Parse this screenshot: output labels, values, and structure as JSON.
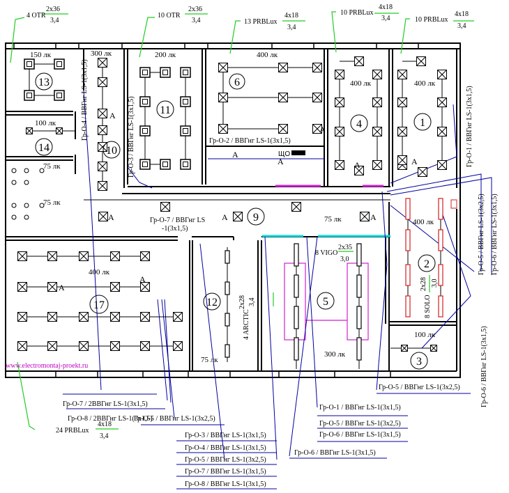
{
  "fixture_labels": {
    "r13": {
      "count_type": "4 OTR",
      "spec": "2x36",
      "height": "3,4"
    },
    "r11": {
      "count_type": "10 OTR",
      "spec": "2x36",
      "height": "3,4"
    },
    "r6": {
      "count_type": "13 PRBLux",
      "spec": "4x18",
      "height": "3,4"
    },
    "r4": {
      "count_type": "10 PRBLux",
      "spec": "4x18",
      "height": "3,4"
    },
    "r1": {
      "count_type": "10 PRBLux",
      "spec": "4x18",
      "height": "3,4"
    },
    "r17": {
      "count_type": "24 PRBLux",
      "spec": "4x18",
      "height": "3,4"
    },
    "r5": {
      "count_type": "8 VIGO",
      "spec": "2x35",
      "height": "3,0"
    },
    "r12": {
      "count_type": "4 ARCTIC",
      "spec": "2x28",
      "height": "3,4"
    },
    "r2": {
      "count_type": "8 SOLO",
      "spec": "2x28",
      "height": "3,0"
    }
  },
  "rooms": {
    "r13": {
      "number": "13",
      "lux": "150 лк"
    },
    "r14": {
      "number": "14",
      "lux": "100 лк"
    },
    "stair": {
      "lux1": "75 лк",
      "lux2": "75 лк"
    },
    "r10": {
      "number": "10",
      "lux": "300 лк"
    },
    "r11": {
      "number": "11",
      "lux": "200 лк"
    },
    "r6": {
      "number": "6",
      "lux": "400 лк"
    },
    "r4": {
      "number": "4",
      "lux": "400 лк"
    },
    "r1": {
      "number": "1",
      "lux": "400 лк"
    },
    "r9": {
      "number": "9",
      "lux": "75 лк"
    },
    "r17": {
      "number": "17",
      "lux": "400 лк"
    },
    "r12": {
      "number": "12",
      "lux": "75 лк"
    },
    "r5": {
      "number": "5",
      "lux": "300 лк"
    },
    "r2": {
      "number": "2",
      "lux": "400 лк"
    },
    "r3": {
      "number": "3",
      "lux": "100 лк"
    }
  },
  "markers": {
    "emergency": "A",
    "panel": "ЩО"
  },
  "cables": {
    "inline_o4": "Гр-О-4 / ВВГнг LS-1(3х1,5)",
    "inline_o3": "Гр-О-3 / ВВГнг LS-1(3х1,5)",
    "inline_o2": "Гр-О-2 / ВВГнг LS-1(3х1,5)",
    "inline_o1": "Гр-О-1 / ВВГнг LS-1(3х1,5)",
    "inline_o7a": "Гр-О-7 / ВВГнг LS",
    "inline_o7b": "-1(3х1,5)",
    "right_o5": "Гр-О-5 / ВВГнг LS-1(3х2,5)",
    "right_o6": "Гр-О-6 / ВВГнг LS-1(3х1,5)",
    "right_o6b": "Гр-О-6 / ВВГнг LS-1(3х1,5)",
    "b_o7": "Гр-О-7 / 2ВВГнг LS-1(3х1,5)",
    "b_o8": "Гр-О-8 / 2ВВГнг LS-1(3х1,5)",
    "b_o5a": "Гр-О-5 / ВВГнг LS-1(3х2,5)",
    "stack1": [
      "Гр-О-3 / ВВГнг LS-1(3х1,5)",
      "Гр-О-4 / ВВГнг LS-1(3х1,5)",
      "Гр-О-5 / ВВГнг LS-1(3х2,5)",
      "Гр-О-7 / ВВГнг LS-1(3х1,5)",
      "Гр-О-8 / ВВГнг LS-1(3х1,5)"
    ],
    "b_o6": "Гр-О-6 / ВВГнг LS-1(3х1,5)",
    "stack2": [
      "Гр-О-1 / ВВГнг LS-1(3х1,5)",
      "Гр-О-5 / ВВГнг LS-1(3х2,5)",
      "Гр-О-6 / ВВГнг LS-1(3х1,5)"
    ],
    "b_o5b": "Гр-О-5 / ВВГнг LS-1(3х2,5)"
  },
  "watermark": "www.electromontaj-proekt.ru",
  "colors": {
    "wall": "#000000",
    "cable": "#0000a0",
    "leader": "#22cc22",
    "emergency": "#e00000",
    "zone": "#d020d0",
    "window": "#00e0e0"
  }
}
